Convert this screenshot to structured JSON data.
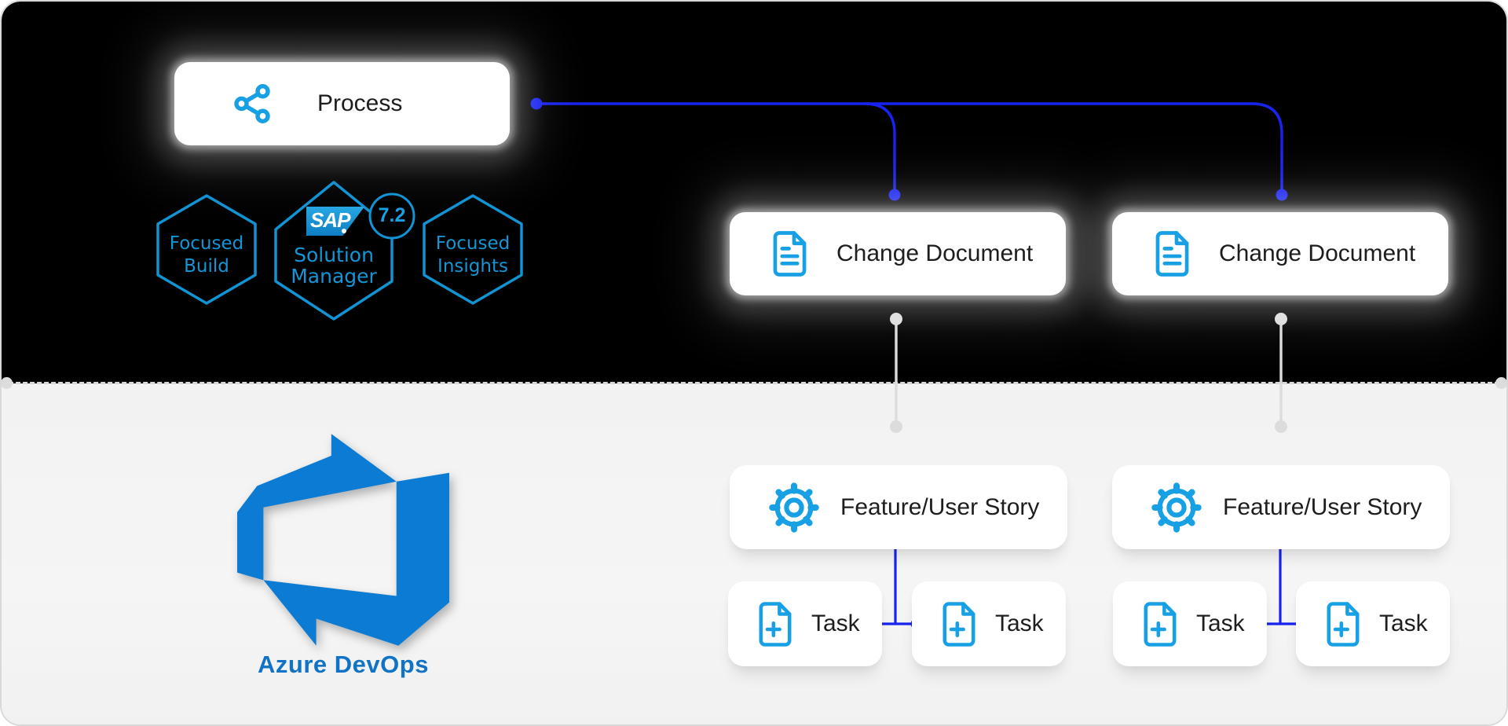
{
  "colors": {
    "panel_top_bg": "#000000",
    "panel_bottom_bg": "#f3f3f3",
    "card_bg": "#ffffff",
    "card_text": "#1d1d1d",
    "icon_blue": "#18a0e4",
    "hexagon_blue": "#1193d4",
    "hexagon_text_blue": "#1496d6",
    "connector_blue": "#1723ee",
    "connector_gray": "#dcdcdc",
    "azure_blue": "#0c7bd4",
    "azure_text_blue": "#1173c5",
    "divider_gray": "#d8d8d8",
    "sap_logo_blue": "#1584c8"
  },
  "top_panel": {
    "process_card": {
      "label": "Process",
      "icon": "share-network-icon"
    },
    "hexagons": {
      "left": {
        "line1": "Focused",
        "line2": "Build"
      },
      "middle": {
        "sap_logo_text": "SAP",
        "line1": "Solution",
        "line2": "Manager",
        "version_badge": "7.2"
      },
      "right": {
        "line1": "Focused",
        "line2": "Insights"
      }
    },
    "change_documents": [
      {
        "label": "Change Document",
        "icon": "file-text-icon"
      },
      {
        "label": "Change Document",
        "icon": "file-text-icon"
      }
    ]
  },
  "bottom_panel": {
    "azure_devops": {
      "label": "Azure DevOps"
    },
    "columns": [
      {
        "feature": {
          "label": "Feature/User Story",
          "icon": "gear-icon"
        },
        "tasks": [
          {
            "label": "Task",
            "icon": "file-plus-icon"
          },
          {
            "label": "Task",
            "icon": "file-plus-icon"
          }
        ]
      },
      {
        "feature": {
          "label": "Feature/User Story",
          "icon": "gear-icon"
        },
        "tasks": [
          {
            "label": "Task",
            "icon": "file-plus-icon"
          },
          {
            "label": "Task",
            "icon": "file-plus-icon"
          }
        ]
      }
    ]
  }
}
